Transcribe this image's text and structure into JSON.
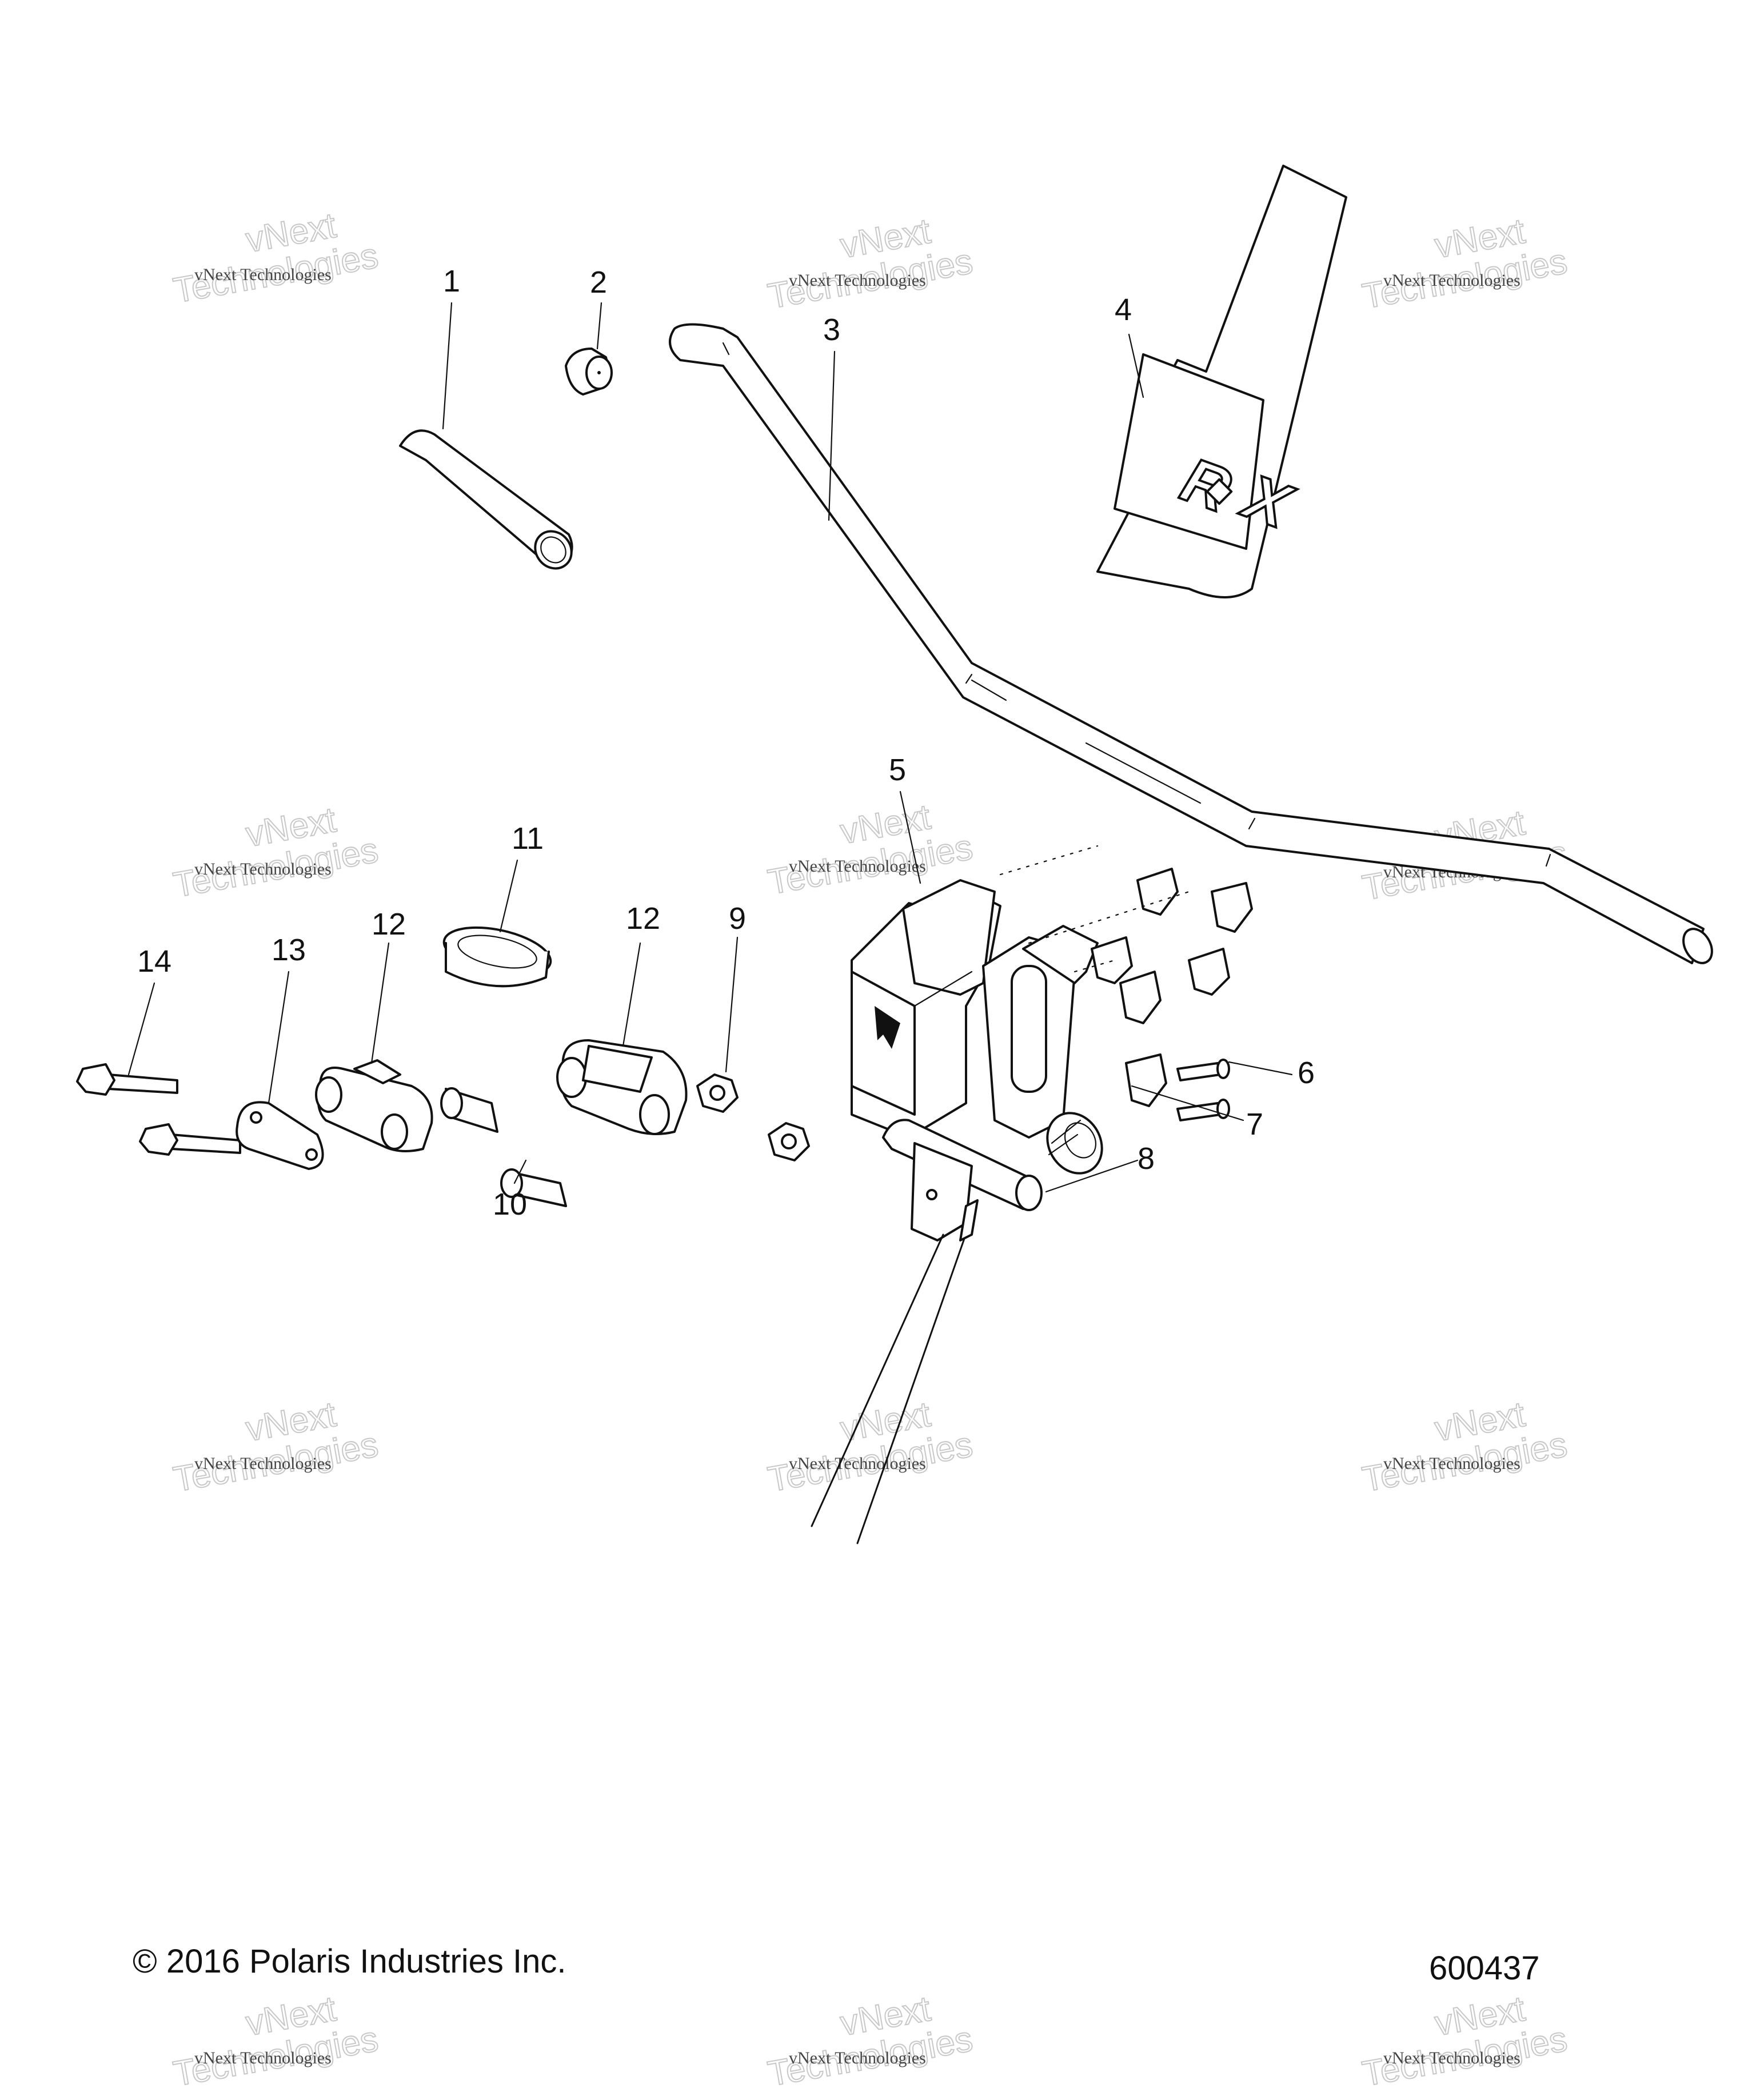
{
  "diagram": {
    "callouts": [
      "1",
      "2",
      "3",
      "4",
      "5",
      "6",
      "7",
      "8",
      "9",
      "10",
      "11",
      "12",
      "12",
      "13",
      "14"
    ],
    "watermark": {
      "line1": "vNext Technologies",
      "line2": "Technologies",
      "small": "vNext"
    }
  },
  "footer": {
    "copyright": "© 2016 Polaris Industries Inc.",
    "figure_number": "600437"
  }
}
